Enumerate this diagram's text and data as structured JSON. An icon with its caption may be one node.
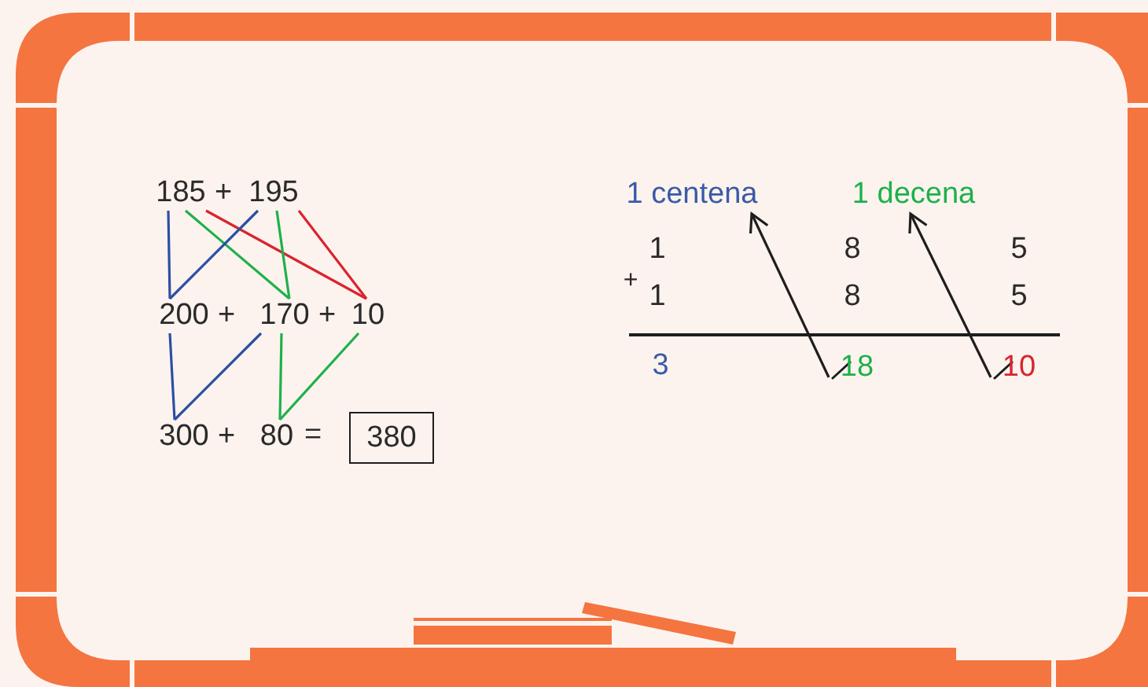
{
  "diagram": {
    "nodes": [
      {
        "text": [
          "185"
        ]
      },
      {
        "text": [
          "195"
        ]
      },
      {
        "text": [
          "1 centena"
        ]
      },
      {
        "text": [
          "1 decena"
        ]
      },
      {
        "text": [
          "200"
        ]
      },
      {
        "text": [
          "170"
        ]
      },
      {
        "text": [
          "10"
        ]
      },
      {
        "text": [
          "300"
        ]
      },
      {
        "text": [
          "80"
        ]
      },
      {
        "text": [
          "380"
        ]
      },
      {
        "text": [
          "18"
        ]
      },
      {
        "text": [
          "10"
        ]
      }
    ],
    "edges": [
      {
        "from": 0,
        "to": 4,
        "arrow": "none",
        "color": "#2c4fa3"
      },
      {
        "from": 0,
        "to": 5,
        "arrow": "none",
        "color": "#1db14b"
      },
      {
        "from": 0,
        "to": 6,
        "arrow": "none",
        "color": "#d9252f"
      },
      {
        "from": 1,
        "to": 4,
        "arrow": "none",
        "color": "#2c4fa3"
      },
      {
        "from": 1,
        "to": 5,
        "arrow": "none",
        "color": "#1db14b"
      },
      {
        "from": 1,
        "to": 6,
        "arrow": "none",
        "color": "#d9252f"
      },
      {
        "from": 4,
        "to": 7,
        "arrow": "none",
        "color": "#2c4fa3"
      },
      {
        "from": 5,
        "to": 7,
        "arrow": "none",
        "color": "#2c4fa3"
      },
      {
        "from": 5,
        "to": 8,
        "arrow": "none",
        "color": "#1db14b"
      },
      {
        "from": 6,
        "to": 8,
        "arrow": "none",
        "color": "#1db14b"
      },
      {
        "from": 10,
        "to": 2,
        "arrow": "to",
        "color": "#1e1e1e"
      },
      {
        "from": 11,
        "to": 3,
        "arrow": "to",
        "color": "#1e1e1e"
      }
    ],
    "labels": [
      "+",
      "+",
      "+",
      "+",
      "=",
      "1",
      "8",
      "5",
      "+",
      "1",
      "8",
      "5",
      "3"
    ]
  }
}
